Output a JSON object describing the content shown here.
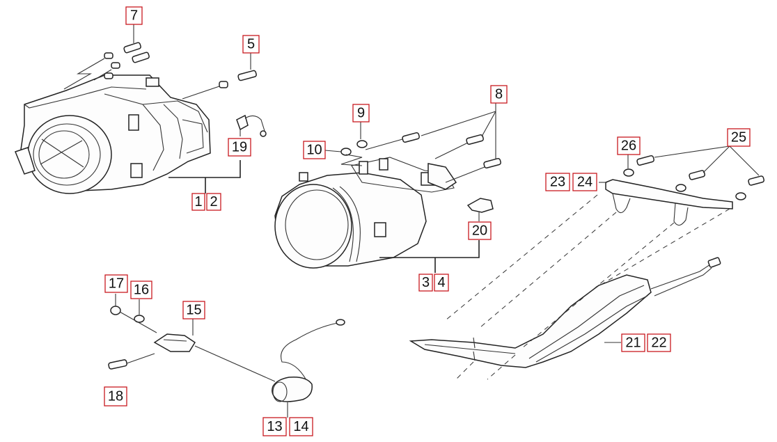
{
  "labels": {
    "l1": "1",
    "l2": "2",
    "l3": "3",
    "l4": "4",
    "l5": "5",
    "l7": "7",
    "l8": "8",
    "l9": "9",
    "l10": "10",
    "l13": "13",
    "l14": "14",
    "l15": "15",
    "l16": "16",
    "l17": "17",
    "l18": "18",
    "l19": "19",
    "l20": "20",
    "l21": "21",
    "l22": "22",
    "l23": "23",
    "l24": "24",
    "l25": "25",
    "l26": "26"
  },
  "colors": {
    "label_border": "#c8191f",
    "line": "#222222"
  }
}
